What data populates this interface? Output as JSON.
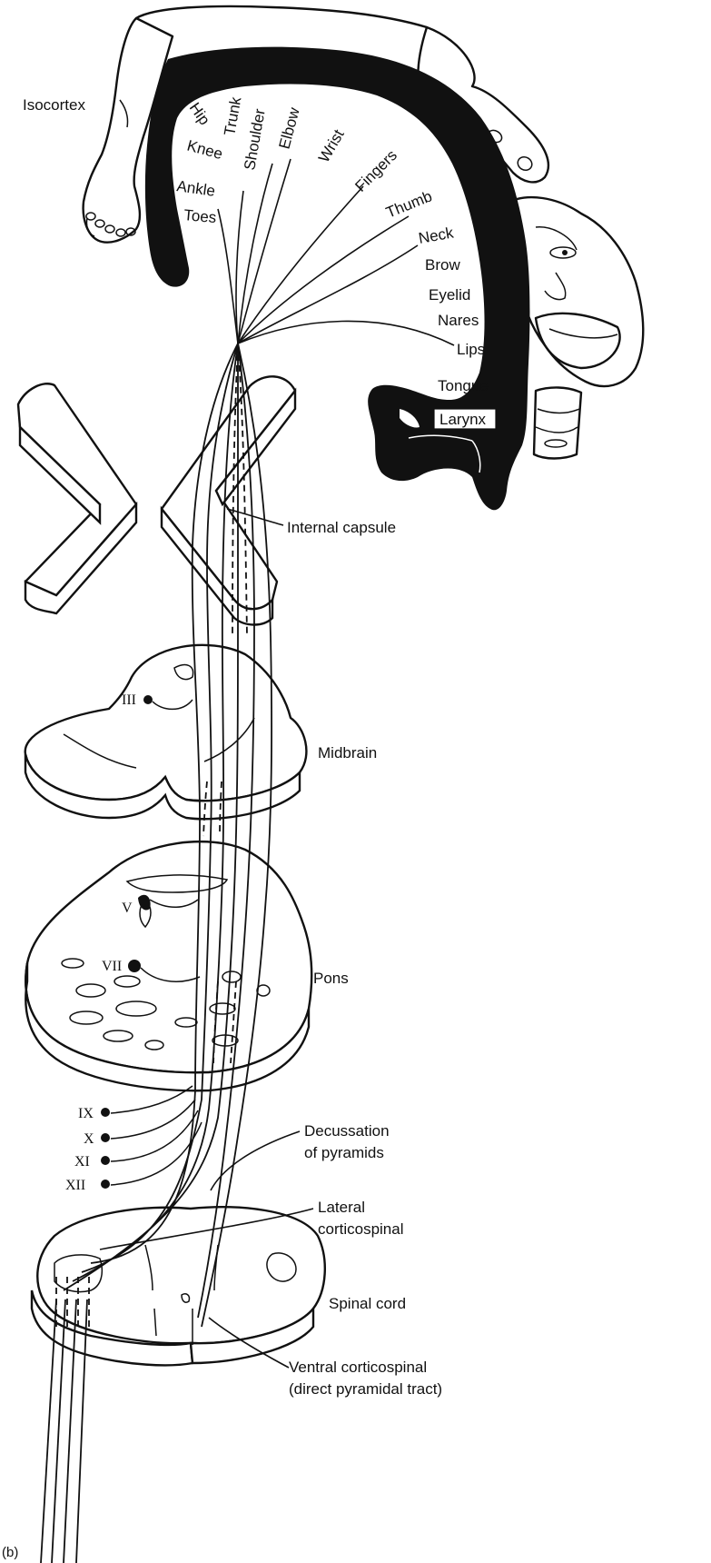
{
  "cortex_label": "Isocortex",
  "body_parts": {
    "hip": "Hip",
    "trunk": "Trunk",
    "shoulder": "Shoulder",
    "elbow": "Elbow",
    "wrist": "Wrist",
    "knee": "Knee",
    "ankle": "Ankle",
    "toes": "Toes",
    "fingers": "Fingers",
    "thumb": "Thumb",
    "neck": "Neck",
    "brow": "Brow",
    "eyelid": "Eyelid",
    "nares": "Nares",
    "lips": "Lips",
    "tongue": "Tongue",
    "larynx": "Larynx"
  },
  "structures": {
    "internal_capsule": "Internal capsule",
    "midbrain": "Midbrain",
    "pons": "Pons",
    "decussation_line1": "Decussation",
    "decussation_line2": "of pyramids",
    "lateral_line1": "Lateral",
    "lateral_line2": "corticospinal",
    "spinal_cord": "Spinal cord",
    "ventral_line1": "Ventral corticospinal",
    "ventral_line2": "(direct pyramidal tract)"
  },
  "nuclei": {
    "III": "III",
    "V": "V",
    "VII": "VII",
    "IX": "IX",
    "X": "X",
    "XI": "XI",
    "XII": "XII"
  },
  "panel_label": "(b)"
}
